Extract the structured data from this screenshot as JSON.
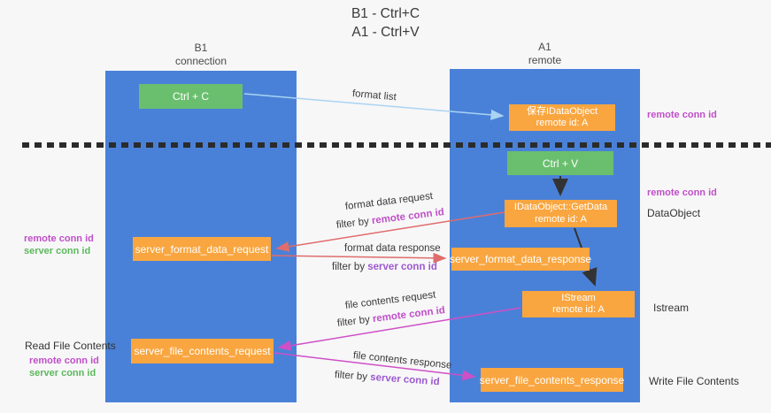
{
  "title": {
    "line1": "B1 - Ctrl+C",
    "line2": "A1 - Ctrl+V"
  },
  "lanes": {
    "b1": {
      "name": "B1",
      "role": "connection"
    },
    "a1": {
      "name": "A1",
      "role": "remote"
    }
  },
  "boxes": {
    "ctrl_c": {
      "label": "Ctrl + C"
    },
    "ctrl_v": {
      "label": "Ctrl + V"
    },
    "save_dataobject": {
      "line1": "保存IDataObject",
      "line2": "remote id: A"
    },
    "getdata": {
      "line1": "IDataObject::GetData",
      "line2": "remote id: A"
    },
    "istream": {
      "line1": "IStream",
      "line2": "remote id: A"
    },
    "format_request": {
      "label": "server_format_data_request"
    },
    "format_response": {
      "label": "server_format_data_response"
    },
    "file_request": {
      "label": "server_file_contents_request"
    },
    "file_response": {
      "label": "server_file_contents_response"
    }
  },
  "annotations": {
    "format_list": "format list",
    "format_data_request": "format data request",
    "format_data_response": "format data response",
    "file_contents_request": "file contents request",
    "file_contents_response": "file contents response",
    "filter_by": "filter by "
  },
  "labels": {
    "remote_conn_id": "remote conn id",
    "server_conn_id": "server conn id",
    "dataobject": "DataObject",
    "istream": "Istream",
    "read_file_contents": "Read File Contents",
    "write_file_contents": "Write File Contents"
  },
  "colors": {
    "background": "#f7f7f8",
    "lane_blue": "#4a81d8",
    "box_green": "#6abf6e",
    "box_orange": "#f9a640",
    "arrow_lightblue": "#a9d4f2",
    "arrow_red": "#e06c6c",
    "arrow_magenta": "#cf4fc6",
    "arrow_black": "#333333",
    "label_magenta": "#c04fc8",
    "label_purple": "#9b59d0",
    "label_green": "#5cb85c"
  }
}
